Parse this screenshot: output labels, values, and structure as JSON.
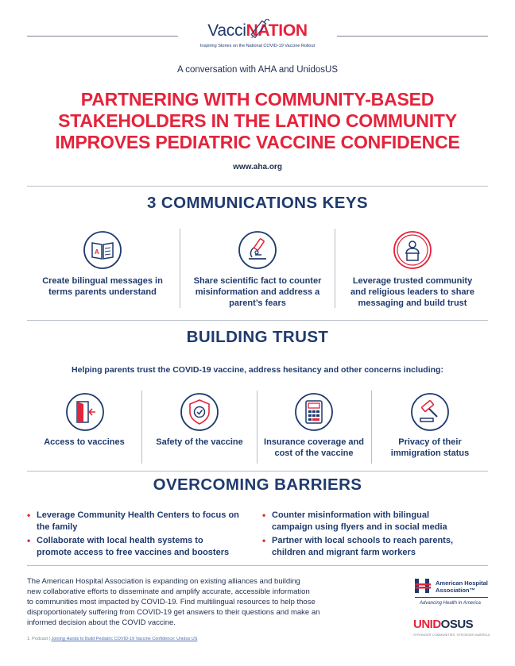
{
  "header": {
    "logo_part1": "Vacci",
    "logo_part2": "NATION",
    "logo_tagline": "Inspiring Stories on the National COVID-19 Vaccine Rollout",
    "conversation": "A conversation with AHA and UnidosUS",
    "title_line1": "PARTNERING WITH COMMUNITY-BASED",
    "title_line2": "STAKEHOLDERS IN THE LATINO COMMUNITY",
    "title_line3": "IMPROVES PEDIATRIC VACCINE CONFIDENCE",
    "url": "www.aha.org"
  },
  "keys": {
    "heading": "3 COMMUNICATIONS KEYS",
    "items": [
      {
        "icon": "bilingual-book-icon",
        "line1": "Create bilingual messages in",
        "line2": "terms parents understand",
        "line3": ""
      },
      {
        "icon": "microscope-icon",
        "line1": "Share scientific fact to counter",
        "line2": "misinformation and address a",
        "line3": "parent’s fears"
      },
      {
        "icon": "speaker-podium-icon",
        "line1": "Leverage trusted community",
        "line2": "and religious leaders to share",
        "line3": "messaging and build trust"
      }
    ]
  },
  "trust": {
    "heading": "BUILDING TRUST",
    "intro": "Helping parents trust the COVID-19 vaccine, address hesitancy and other concerns including:",
    "items": [
      {
        "icon": "door-entry-icon",
        "line1": "Access to vaccines",
        "line2": ""
      },
      {
        "icon": "shield-check-icon",
        "line1": "Safety of the vaccine",
        "line2": ""
      },
      {
        "icon": "calculator-icon",
        "line1": "Insurance coverage and",
        "line2": "cost of the vaccine"
      },
      {
        "icon": "gavel-icon",
        "line1": "Privacy of their",
        "line2": "immigration status"
      }
    ]
  },
  "barriers": {
    "heading": "OVERCOMING BARRIERS",
    "left": [
      {
        "line1": "Leverage Community Health Centers to focus on",
        "line2": "the family"
      },
      {
        "line1": "Collaborate with local health systems to",
        "line2": "promote access to free vaccines and boosters"
      }
    ],
    "right": [
      {
        "line1": "Counter misinformation with bilingual",
        "line2": "campaign using flyers and in social media"
      },
      {
        "line1": "Partner with local schools to reach parents,",
        "line2": "children and migrant farm workers"
      }
    ]
  },
  "footer": {
    "l1": "The American Hospital Association is expanding on existing alliances and building",
    "l2": "new collaborative efforts to disseminate and amplify accurate, accessible information",
    "l3": "to communities most impacted by COVID-19. Find multilingual resources to help those",
    "l4": "disproportionately suffering from COVID-19 get answers to their questions and make an",
    "l5": "informed decision about the COVID vaccine.",
    "note_prefix": "1.   Podcast | ",
    "note_link": "Joining Hands to Build Pediatric COVID-19 Vaccine Confidence: Unidos US",
    "aha_name1": "American Hospital",
    "aha_name2": "Association™",
    "aha_tagline": "Advancing Health in America",
    "unidos_a": "UNID",
    "unidos_b": "OSUS",
    "unidos_tagline": "STRONGER COMMUNITIES. STRONGER AMERICA."
  },
  "colors": {
    "navy": "#1f3a6e",
    "red": "#e5233b"
  }
}
